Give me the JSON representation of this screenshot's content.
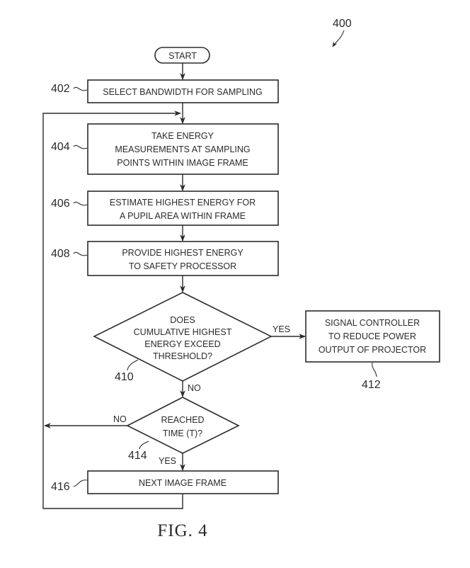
{
  "figure": {
    "number_label": "400",
    "caption": "FIG. 4"
  },
  "nodes": {
    "start": {
      "type": "terminal",
      "lines": [
        "START"
      ]
    },
    "n402": {
      "ref": "402",
      "type": "process",
      "lines": [
        "SELECT BANDWIDTH FOR SAMPLING"
      ]
    },
    "n404": {
      "ref": "404",
      "type": "process",
      "lines": [
        "TAKE ENERGY",
        "MEASUREMENTS AT SAMPLING",
        "POINTS WITHIN IMAGE FRAME"
      ]
    },
    "n406": {
      "ref": "406",
      "type": "process",
      "lines": [
        "ESTIMATE HIGHEST ENERGY FOR",
        "A PUPIL AREA WITHIN FRAME"
      ]
    },
    "n408": {
      "ref": "408",
      "type": "process",
      "lines": [
        "PROVIDE HIGHEST ENERGY",
        "TO SAFETY PROCESSOR"
      ]
    },
    "n410": {
      "ref": "410",
      "type": "decision",
      "lines": [
        "DOES",
        "CUMULATIVE HIGHEST",
        "ENERGY EXCEED",
        "THRESHOLD?"
      ]
    },
    "n412": {
      "ref": "412",
      "type": "process",
      "lines": [
        "SIGNAL CONTROLLER",
        "TO REDUCE POWER",
        "OUTPUT OF PROJECTOR"
      ]
    },
    "n414": {
      "ref": "414",
      "type": "decision",
      "lines": [
        "REACHED",
        "TIME (T)?"
      ]
    },
    "n416": {
      "ref": "416",
      "type": "process",
      "lines": [
        "NEXT IMAGE FRAME"
      ]
    }
  },
  "edges": [
    {
      "from": "start",
      "to": "n402",
      "label": ""
    },
    {
      "from": "n402",
      "to": "n404",
      "label": ""
    },
    {
      "from": "n404",
      "to": "n406",
      "label": ""
    },
    {
      "from": "n406",
      "to": "n408",
      "label": ""
    },
    {
      "from": "n408",
      "to": "n410",
      "label": ""
    },
    {
      "from": "n410",
      "to": "n412",
      "label": "YES"
    },
    {
      "from": "n410",
      "to": "n414",
      "label": "NO"
    },
    {
      "from": "n414",
      "to": "n404",
      "label": "NO"
    },
    {
      "from": "n414",
      "to": "n416",
      "label": "YES"
    },
    {
      "from": "n416",
      "to": "n404",
      "label": ""
    }
  ],
  "edge_labels": {
    "yes_410": "YES",
    "no_410": "NO",
    "no_414": "NO",
    "yes_414": "YES"
  }
}
